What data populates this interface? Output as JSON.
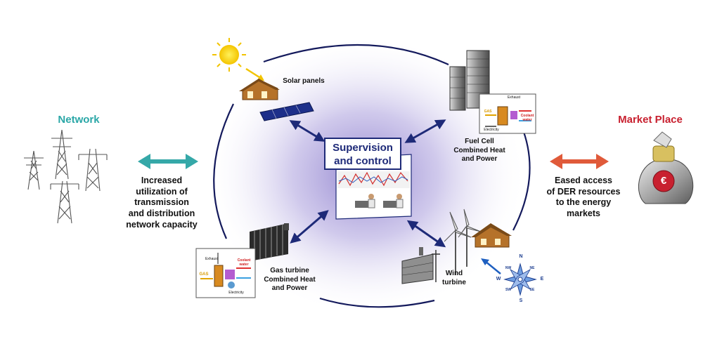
{
  "left": {
    "title": "Network",
    "description": [
      "Increased",
      "utilization of",
      "transmission",
      "and distribution",
      "network capacity"
    ]
  },
  "right": {
    "title": "Market Place",
    "description": [
      "Eased access",
      "of DER resources",
      "to the energy",
      "markets"
    ],
    "currency_symbol": "€"
  },
  "center": {
    "title_lines": [
      "Supervision",
      "and control"
    ]
  },
  "nodes": {
    "solar": {
      "label": "Solar panels"
    },
    "fuel_cell": {
      "label_lines": [
        "Fuel Cell",
        "Combined Heat",
        "and Power"
      ]
    },
    "gas_turbine": {
      "label_lines": [
        "Gas turbine",
        "Combined Heat",
        "and Power"
      ]
    },
    "wind": {
      "label_lines": [
        "Wind",
        "turbine"
      ]
    }
  },
  "chp_schematic": {
    "exhaust": "Exhaust",
    "gas": "GAS",
    "coolant_water": [
      "Coolant",
      "water"
    ],
    "electricity": "Electricity"
  },
  "compass": {
    "n": "N",
    "s": "S",
    "e": "E",
    "w": "W",
    "nw": "NW",
    "ne": "NE",
    "sw": "SW",
    "se": "SE"
  },
  "colors": {
    "network_title": "#2aa7a7",
    "market_title": "#c8202f",
    "ring": "#141a5c",
    "arrow_blue": "#1e2a78",
    "arrow_teal": "#35a8a8",
    "arrow_red": "#e05a3a",
    "glow": "#8f82cf"
  }
}
